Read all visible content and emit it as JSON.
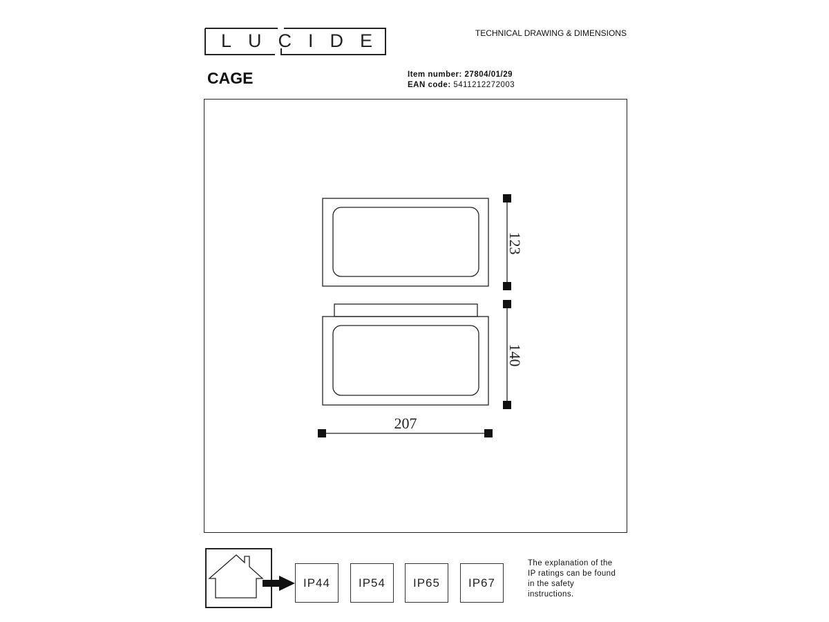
{
  "brand": {
    "logo_text": "LUCIDE"
  },
  "header": {
    "doc_type": "TECHNICAL DRAWING & DIMENSIONS"
  },
  "product": {
    "name": "CAGE",
    "item_number_label": "Item number:",
    "item_number": "27804/01/29",
    "ean_label": "EAN code:",
    "ean": "5411212272003"
  },
  "dimensions": {
    "top_view_height": "123",
    "side_view_height": "140",
    "width": "207"
  },
  "ip_ratings": {
    "icon": "house-icon",
    "items": [
      "IP44",
      "IP54",
      "IP65",
      "IP67"
    ],
    "note": [
      "The explanation of the",
      "IP ratings can be found",
      "in the safety",
      "instructions."
    ]
  }
}
